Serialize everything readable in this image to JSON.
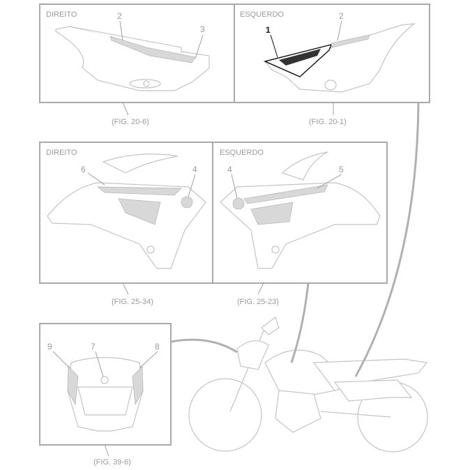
{
  "panels": {
    "top_right_side": {
      "side_label": "DIREITO",
      "callouts": [
        "2",
        "3"
      ],
      "figure_ref": "(FIG. 20-6)"
    },
    "top_left_side": {
      "side_label": "ESQUERDO",
      "callouts": [
        "1",
        "2"
      ],
      "figure_ref": "(FIG. 20-1)"
    },
    "mid_right_side": {
      "side_label": "DIREITO",
      "callouts": [
        "6",
        "4"
      ],
      "figure_ref": "(FIG. 25-34)"
    },
    "mid_left_side": {
      "side_label": "ESQUERDO",
      "callouts": [
        "4",
        "5"
      ],
      "figure_ref": "(FIG. 25-23)"
    },
    "headlight": {
      "callouts": [
        "9",
        "7",
        "8"
      ],
      "figure_ref": "(FIG. 39-6)"
    }
  },
  "colors": {
    "frame": "#a9a9a9",
    "outline": "#c4c4c4",
    "highlight": "#111111"
  }
}
